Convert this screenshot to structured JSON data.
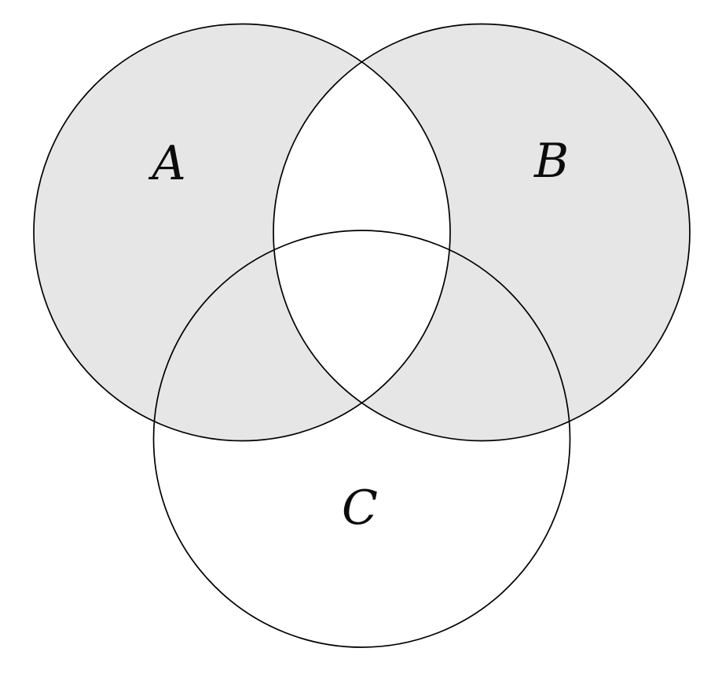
{
  "diagram": {
    "type": "venn-3-set",
    "sets": [
      {
        "label": "A",
        "shaded": true
      },
      {
        "label": "B",
        "shaded": true
      },
      {
        "label": "C",
        "shaded": false
      }
    ],
    "shaded_region": "(A ∪ B) \\ (A ∩ B)",
    "colors": {
      "shade": "#e6e6e6",
      "stroke": "#000000",
      "background": "#ffffff"
    }
  }
}
